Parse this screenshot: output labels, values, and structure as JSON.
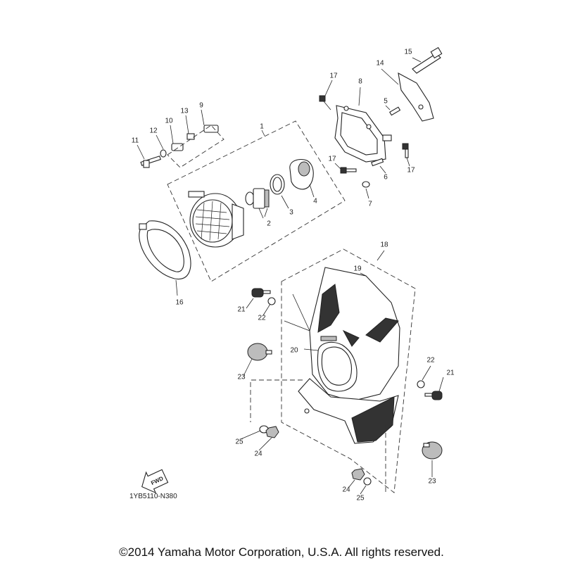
{
  "diagram": {
    "callouts": [
      "1",
      "2",
      "3",
      "4",
      "5",
      "6",
      "7",
      "8",
      "9",
      "10",
      "11",
      "12",
      "13",
      "14",
      "15",
      "16",
      "17",
      "17",
      "17",
      "18",
      "19",
      "20",
      "21",
      "21",
      "22",
      "22",
      "23",
      "23",
      "24",
      "24",
      "25",
      "25"
    ],
    "fwd_label": "FWD",
    "code": "1YB5110-N380",
    "copyright": "©2014 Yamaha Motor Corporation, U.S.A. All rights reserved."
  }
}
